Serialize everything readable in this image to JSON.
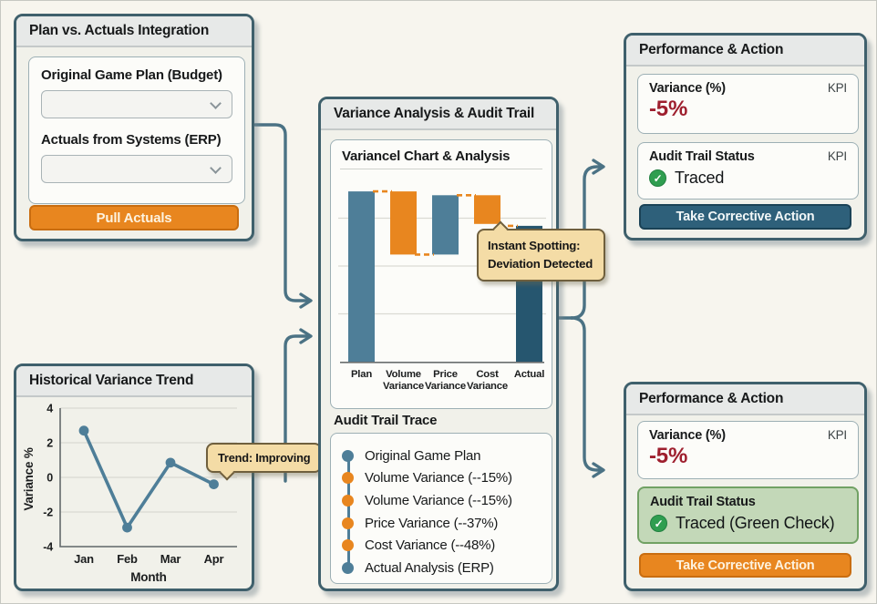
{
  "palette": {
    "page_bg": "#f7f5ee",
    "panel_border": "#3f606c",
    "header_bg": "#e7e9e8",
    "orange": "#e8861f",
    "teal": "#4e7e98",
    "teal_dark": "#26566f",
    "connector": "#4b7284",
    "red": "#9e1f2e",
    "green": "#2f9e50",
    "green_card_bg": "#c3d8b8",
    "callout_bg": "#f4dca6"
  },
  "plan_panel": {
    "title": "Plan vs. Actuals Integration",
    "field1_label": "Original Game Plan (Budget)",
    "field1_value": "",
    "field2_label": "Actuals from Systems (ERP)",
    "field2_value": "",
    "button": "Pull Actuals"
  },
  "history_panel": {
    "title": "Historical Variance Trend",
    "tooltip": "Trend: Improving"
  },
  "center_panel": {
    "title": "Variance Analysis & Audit Trail",
    "chart_title": "Variancel Chart & Analysis",
    "callout_line1": "Instant Spotting:",
    "callout_line2": "Deviation Detected",
    "trace_title": "Audit Trail Trace",
    "trace_items": [
      {
        "label": "Original Game Plan",
        "dot": "teal"
      },
      {
        "label": "Volume Variance (--15%)",
        "dot": "orange"
      },
      {
        "label": "Volume Variance (--15%)",
        "dot": "orange"
      },
      {
        "label": "Price Variance (--37%)",
        "dot": "orange"
      },
      {
        "label": "Cost Variance (--48%)",
        "dot": "orange"
      },
      {
        "label": "Actual Analysis (ERP)",
        "dot": "teal"
      }
    ]
  },
  "kpi_top": {
    "title": "Performance & Action",
    "kpi1_label": "Variance (%)",
    "kpi1_tag": "KPI",
    "kpi1_value": "-5%",
    "kpi2_label": "Audit Trail Status",
    "kpi2_tag": "KPI",
    "kpi2_value": "Traced",
    "check_glyph": "✓",
    "button": "Take Corrective Action"
  },
  "kpi_bottom": {
    "title": "Performance & Action",
    "kpi1_label": "Variance (%)",
    "kpi1_tag": "KPI",
    "kpi1_value": "-5%",
    "kpi2_label": "Audit Trail Status",
    "kpi2_value": "Traced (Green Check)",
    "check_glyph": "✓",
    "button": "Take Corrective Action"
  },
  "chart_data": [
    {
      "type": "bar",
      "subtype": "waterfall",
      "title": "Variancel Chart & Analysis",
      "categories": [
        "Plan",
        "Volume Variance",
        "Price Variance",
        "Cost Variance",
        "Actual"
      ],
      "bars": [
        {
          "label": "Plan",
          "from": 0,
          "to": 89,
          "color": "#4e7e98"
        },
        {
          "label": "Volume Variance",
          "from": 56,
          "to": 89,
          "color": "#e8861f"
        },
        {
          "label": "Price Variance",
          "from": 56,
          "to": 87,
          "color": "#4e7e98"
        },
        {
          "label": "Cost Variance",
          "from": 72,
          "to": 87,
          "color": "#e8861f"
        },
        {
          "label": "Actual",
          "from": 0,
          "to": 71,
          "color": "#26566f"
        }
      ],
      "connectors": [
        {
          "after": 0,
          "value": 89
        },
        {
          "after": 1,
          "value": 56
        },
        {
          "after": 2,
          "value": 87
        },
        {
          "after": 3,
          "value": 71
        }
      ],
      "gridlines": [
        25,
        50,
        75
      ],
      "ylim": [
        0,
        100
      ],
      "legend": "none"
    },
    {
      "type": "line",
      "title": "Historical Variance Trend",
      "x": [
        "Jan",
        "Feb",
        "Mar",
        "Apr"
      ],
      "values": [
        2.7,
        -2.9,
        0.85,
        -0.4
      ],
      "xlabel": "Month",
      "ylabel": "Variance %",
      "yticks": [
        4,
        2,
        0,
        -2,
        -4
      ],
      "ylim": [
        -4,
        4
      ],
      "line_color": "#4e7e98",
      "marker": "circle",
      "annotation": {
        "text": "Trend: Improving",
        "target": "Apr"
      }
    }
  ]
}
